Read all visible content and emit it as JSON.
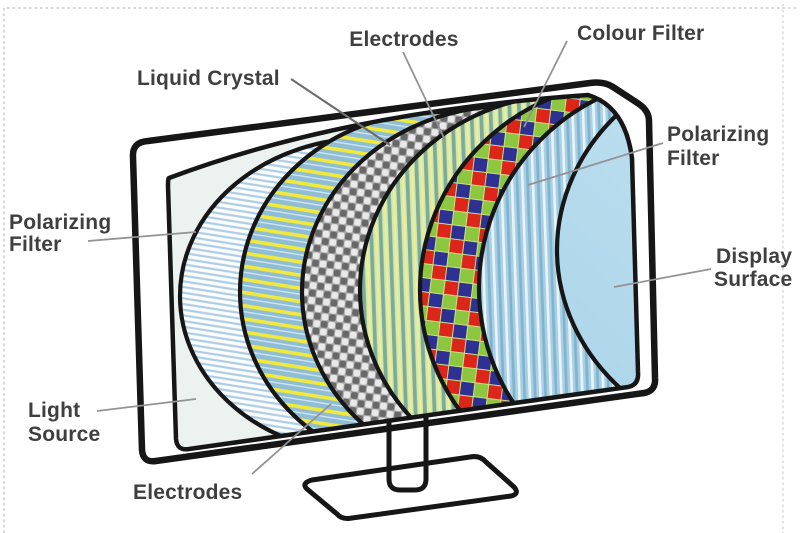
{
  "page": {
    "background": "#ffffff",
    "dashed_border_color": "#cccccc"
  },
  "diagram": {
    "subject": "LCD monitor exploded layer diagram",
    "labels": {
      "electrodes_top": "Electrodes",
      "liquid_crystal": "Liquid Crystal",
      "colour_filter": "Colour Filter",
      "polarizing_filter_right": [
        "Polarizing",
        "Filter"
      ],
      "display_surface": [
        "Display",
        "Surface"
      ],
      "polarizing_filter_left": [
        "Polarizing",
        "Filter"
      ],
      "light_source": [
        "Light",
        "Source"
      ],
      "electrodes_bottom": "Electrodes"
    },
    "layers": [
      {
        "label": "Light Source",
        "appearance": "plain pale panel behind all layers"
      },
      {
        "label": "Polarizing Filter",
        "appearance": "white with fine light-blue horizontal stripes"
      },
      {
        "label": "Electrodes",
        "appearance": "blue with yellow horizontal stripes"
      },
      {
        "label": "Liquid Crystal",
        "appearance": "grey woven checker texture"
      },
      {
        "label": "Electrodes",
        "appearance": "yellow-green with teal vertical stripes"
      },
      {
        "label": "Colour Filter",
        "appearance": "red, blue and green square mosaic"
      },
      {
        "label": "Polarizing Filter",
        "appearance": "light blue with vertical stripes"
      },
      {
        "label": "Display Surface",
        "appearance": "plain light blue front panel"
      }
    ],
    "colors": {
      "outline": "#161616",
      "label_text": "#3f3f3f",
      "leader_line": "#939393",
      "bezel_fill": "#ffffff",
      "light_source_fill": "#ecf2f0",
      "pf_back_bg": "#fbfdfe",
      "pf_back_stripe": "#aecde2",
      "electrode_back_bg": "#8fbdd6",
      "electrode_back_stripe_yellow": "#f1e93c",
      "electrode_back_stripe_white": "#cfe4ef",
      "liquid_crystal_mid": "#a8a8a8",
      "liquid_crystal_light": "#e9e9e9",
      "liquid_crystal_dark": "#686868",
      "electrode_front_bg": "#d9e9a6",
      "electrode_front_stripe_teal": "#7dab9a",
      "electrode_front_stripe_pale": "#eef0a0",
      "cf_bg": "#cde08c",
      "cf_red": "#dc2619",
      "cf_blue": "#2e3192",
      "cf_green": "#8dc63f",
      "pf_front_bg": "#a9cfe4",
      "pf_front_stripe_light": "#e9f5fa",
      "pf_front_stripe_dark": "#7fb2cd",
      "display_surface_light": "#c9e8f5",
      "display_surface_dark": "#aad3e8"
    }
  }
}
